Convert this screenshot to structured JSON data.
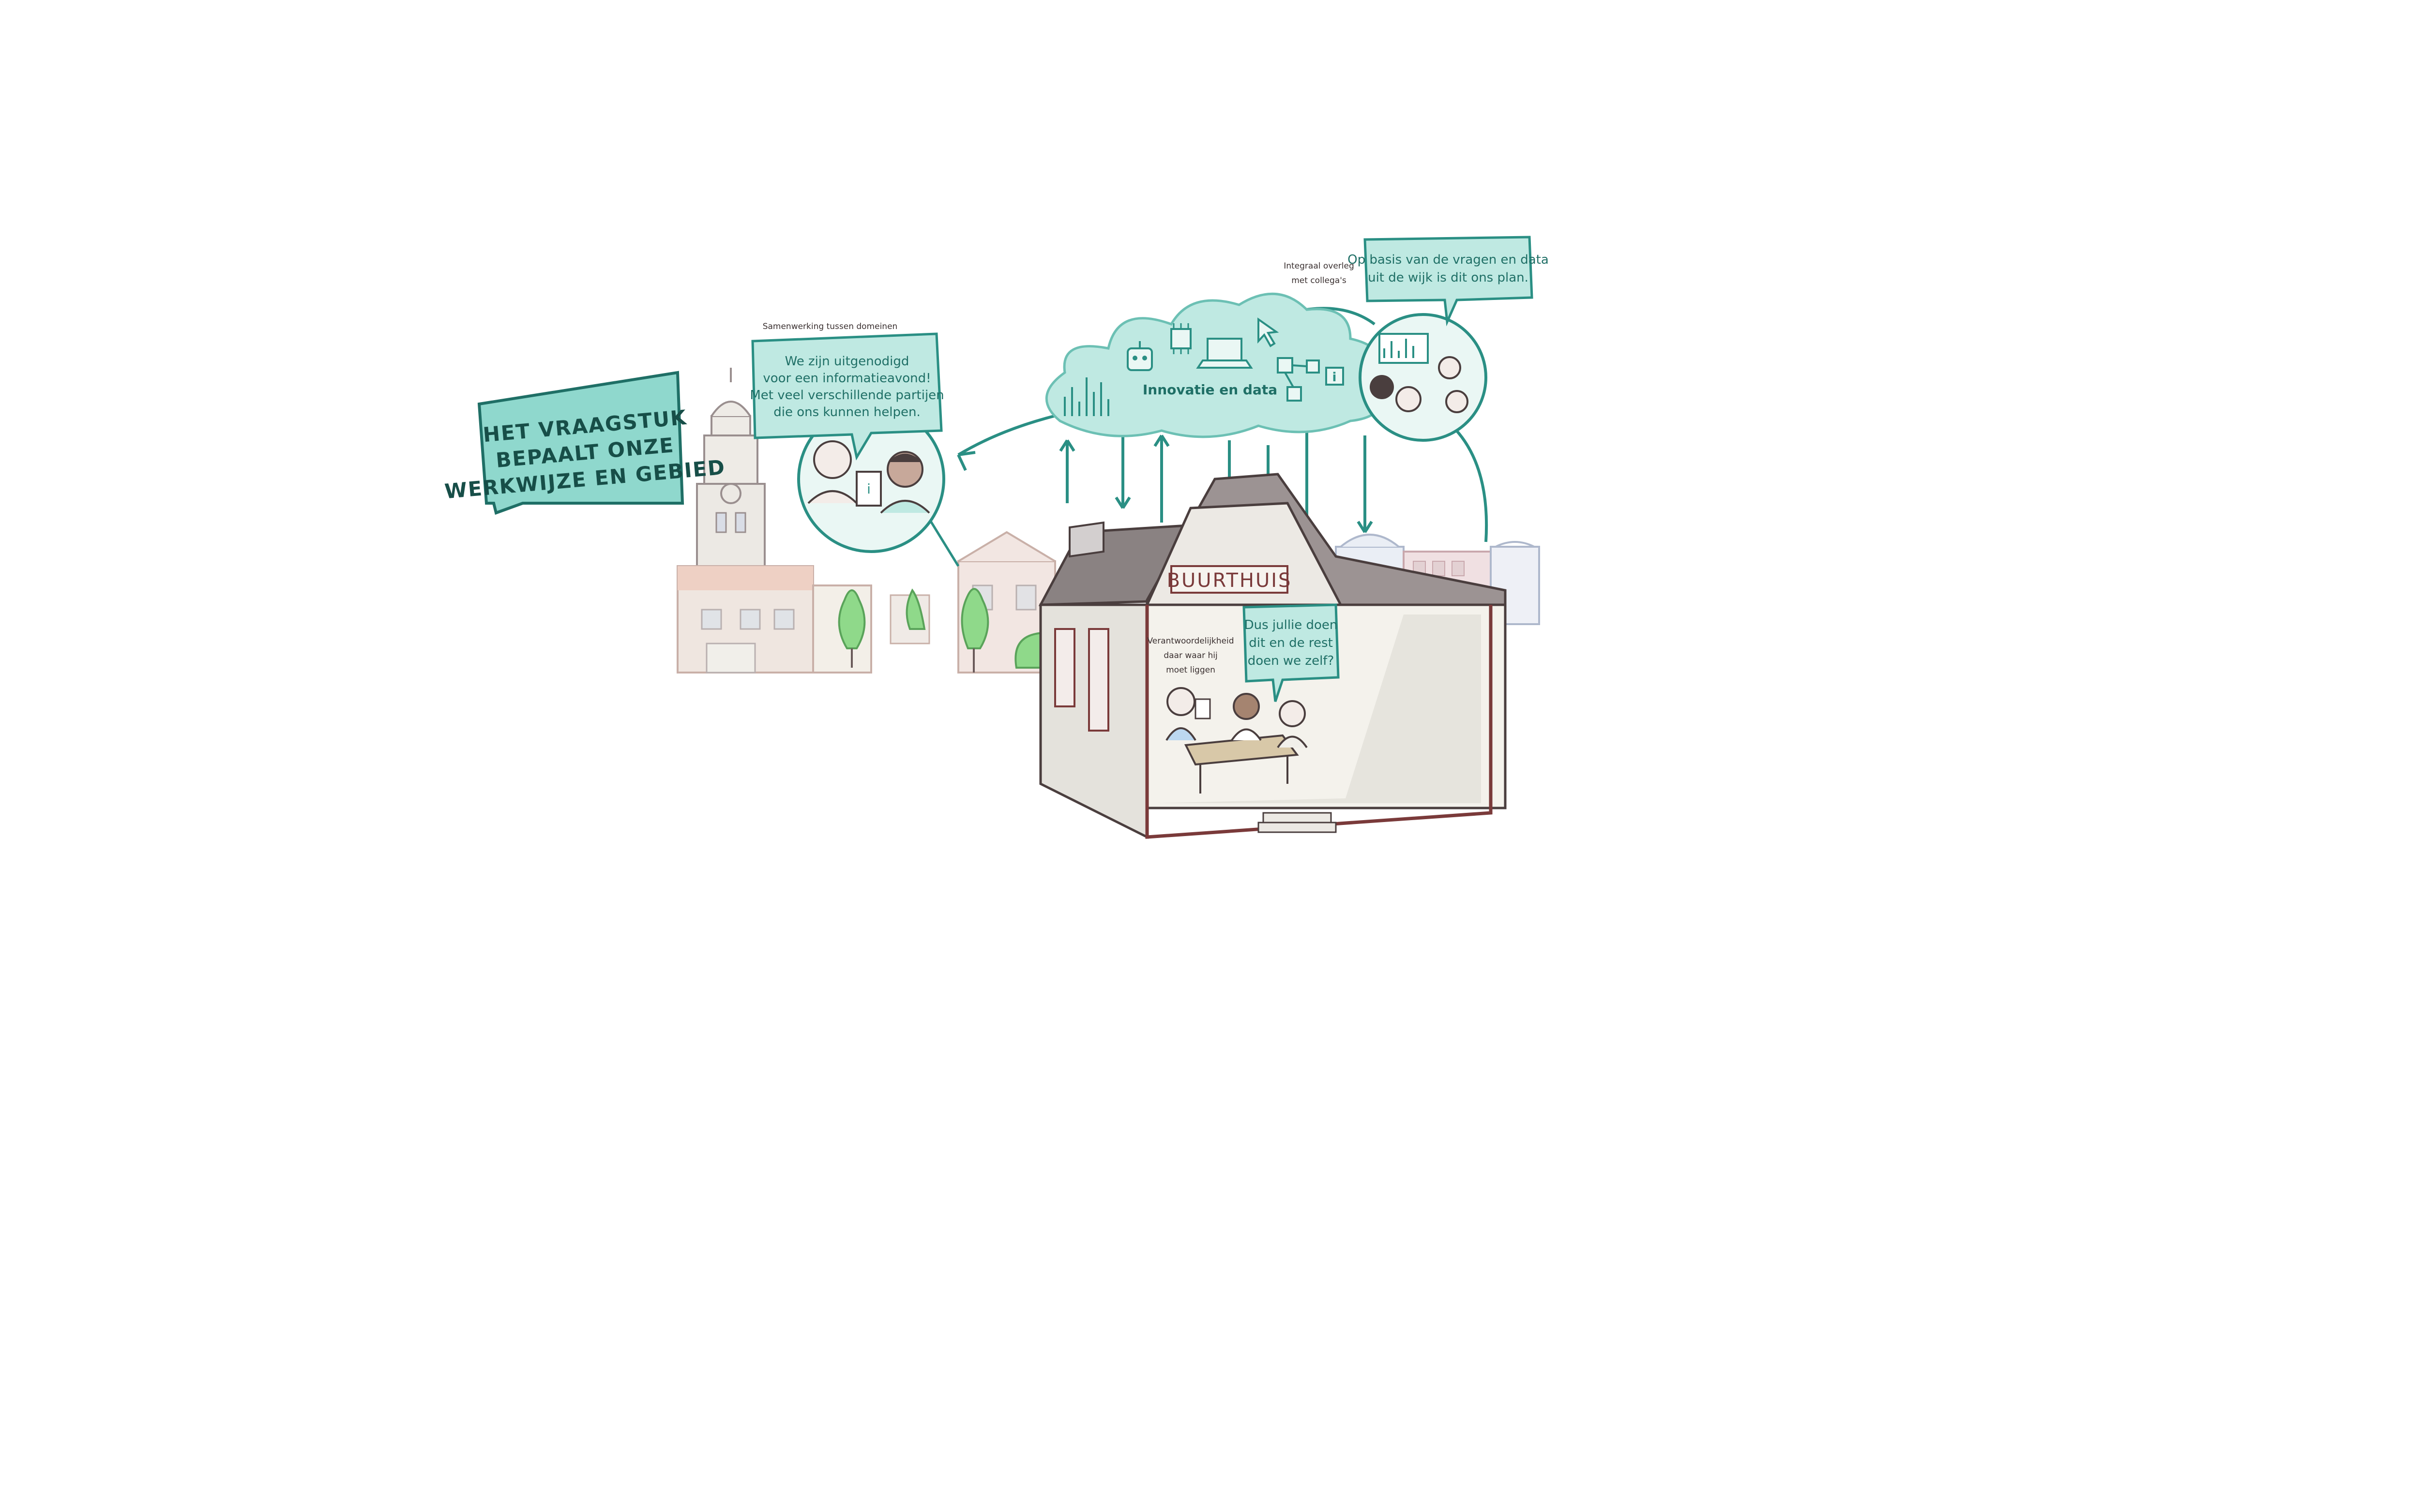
{
  "banner": {
    "lines": [
      "HET VRAAGSTUK",
      "BEPAALT ONZE",
      "WERKWIJZE EN GEBIED"
    ]
  },
  "labels": {
    "collab_caption": "Samenwerking tussen domeinen",
    "integral_caption": [
      "Integraal overleg",
      "met collega's"
    ],
    "responsibility_caption": [
      "Verantwoordelijkheid",
      "daar waar hij",
      "moet liggen"
    ],
    "cloud_title": "Innovatie en data",
    "buurthuis_sign": "BUURTHUIS"
  },
  "bubbles": {
    "invited": [
      "We zijn uitgenodigd",
      "voor een informatieavond!",
      "Met veel verschillende partijen",
      "die ons kunnen helpen."
    ],
    "plan": [
      "Op basis van de vragen en data",
      "uit de wijk is dit ons plan."
    ],
    "split": [
      "Dus jullie doen",
      "dit en de rest",
      "doen we zelf?"
    ]
  },
  "colors": {
    "teal": "#8fd8cd",
    "teal_dark": "#2a8f84",
    "ink": "#4a3e3e",
    "house_wall": "#e4e2dc",
    "tree": "#8fd98a"
  },
  "icons": [
    "bar-chart-icon",
    "robot-icon",
    "chip-icon",
    "laptop-icon",
    "cursor-icon",
    "flowchart-icon",
    "info-icon"
  ]
}
